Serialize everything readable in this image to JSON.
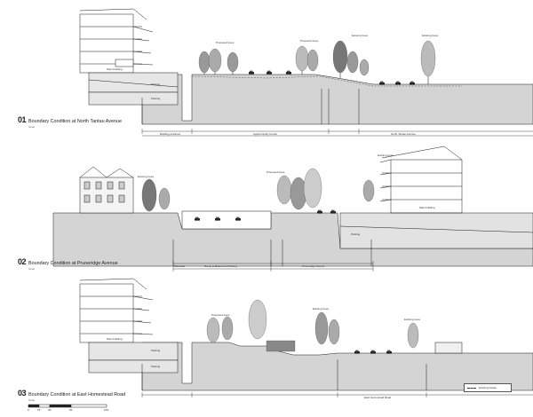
{
  "sections": [
    {
      "number": "01",
      "title": "Boundary Condition at North Tantau Avenue",
      "scale": "Scale",
      "tree_labels": [
        "Proposed trees",
        "Proposed trees",
        "Existing trees",
        "Existing trees"
      ],
      "dims": [
        "Building entrance",
        "Apple Family Center",
        "North Tantau Avenue"
      ],
      "level_labels": [
        "Parking",
        "Parking",
        "Main building"
      ]
    },
    {
      "number": "02",
      "title": "Boundary Condition at Pruneridge Avenue",
      "scale": "Scale",
      "tree_labels": [
        "Existing trees",
        "Proposed trees",
        "Existing trees"
      ],
      "dims": [
        "Sidewalk",
        "Ramp to Basement Parking",
        "Pruneridge Avenue"
      ],
      "level_labels": [
        "Parking",
        "Main building"
      ]
    },
    {
      "number": "03",
      "title": "Boundary Condition at East Homestead Road",
      "scale": "Scale",
      "tree_labels": [
        "Proposed trees",
        "Existing trees",
        "Existing trees"
      ],
      "dims": [
        "East Homestead Road"
      ],
      "level_labels": [
        "Parking",
        "Parking",
        "Main building"
      ]
    }
  ],
  "legend": {
    "label": "Existing Grade"
  },
  "scale_bar": {
    "ticks": [
      "0",
      "15'",
      "30'",
      "60'",
      "100'"
    ]
  },
  "colors": {
    "ground": "#d4d4d4",
    "line": "#1a1a1a",
    "tree": "#8a8a8a"
  }
}
